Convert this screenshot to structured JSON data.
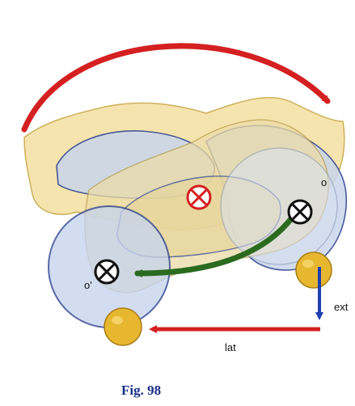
{
  "labels": {
    "center_o": "o",
    "center_o_prime": "o'",
    "extension": "ext",
    "lateral": "lat"
  },
  "caption": "Fig. 98",
  "colors": {
    "rotation_arrow": "#d42020",
    "lateral_arrow": "#d42020",
    "extension_arrow": "#1e3fb0",
    "path_arrow": "#2b6b1f",
    "bone_fill": "#f3df9a",
    "bone_outline": "#c8a84a",
    "disc_fill": "#c9d6ec",
    "disc_outline": "#2a3f8f",
    "condyle_fill": "#e8b730",
    "center_mark_red": "#d42020",
    "center_mark_black": "#111111"
  }
}
